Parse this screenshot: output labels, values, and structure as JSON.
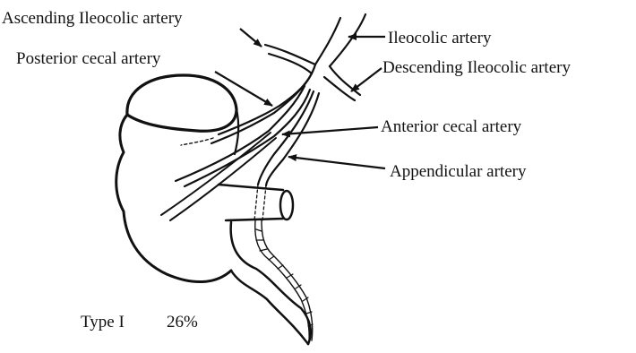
{
  "labels": {
    "ascending_ileocolic": "Ascending Ileocolic artery",
    "ileocolic": "Ileocolic artery",
    "posterior_cecal": "Posterior cecal artery",
    "descending_ileocolic": "Descending Ileocolic artery",
    "anterior_cecal": "Anterior cecal artery",
    "appendicular": "Appendicular artery"
  },
  "caption": {
    "type": "Type I",
    "percent": "26%"
  }
}
